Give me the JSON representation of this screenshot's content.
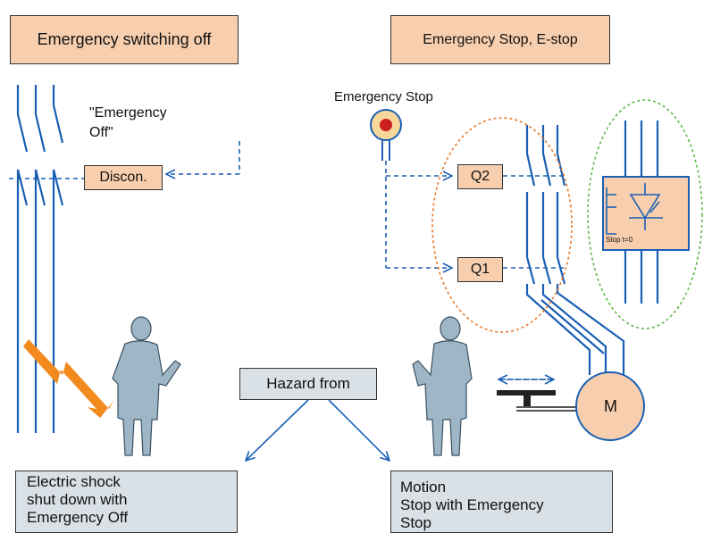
{
  "headers": {
    "left": "Emergency switching off",
    "right": "Emergency Stop, E-stop"
  },
  "labels": {
    "emergency_off_quote": "\"Emergency\nOff\"",
    "emergency_stop": "Emergency Stop",
    "discon": "Discon.",
    "q2": "Q2",
    "q1": "Q1",
    "stop_t0": "Stop t=0",
    "motor": "M",
    "hazard_from": "Hazard from"
  },
  "captions": {
    "left": "Electric shock\nshut down with\nEmergency Off",
    "right": "Motion\nStop with Emergency\nStop"
  },
  "colors": {
    "wire": "#1a5fb4",
    "box_orange": "#f8cfae",
    "box_grey": "#d9e0e6",
    "lightning": "#f28a1e",
    "ellipse_orange": "#e8782a",
    "ellipse_green": "#5cb848",
    "button_red": "#cc1f1f"
  }
}
